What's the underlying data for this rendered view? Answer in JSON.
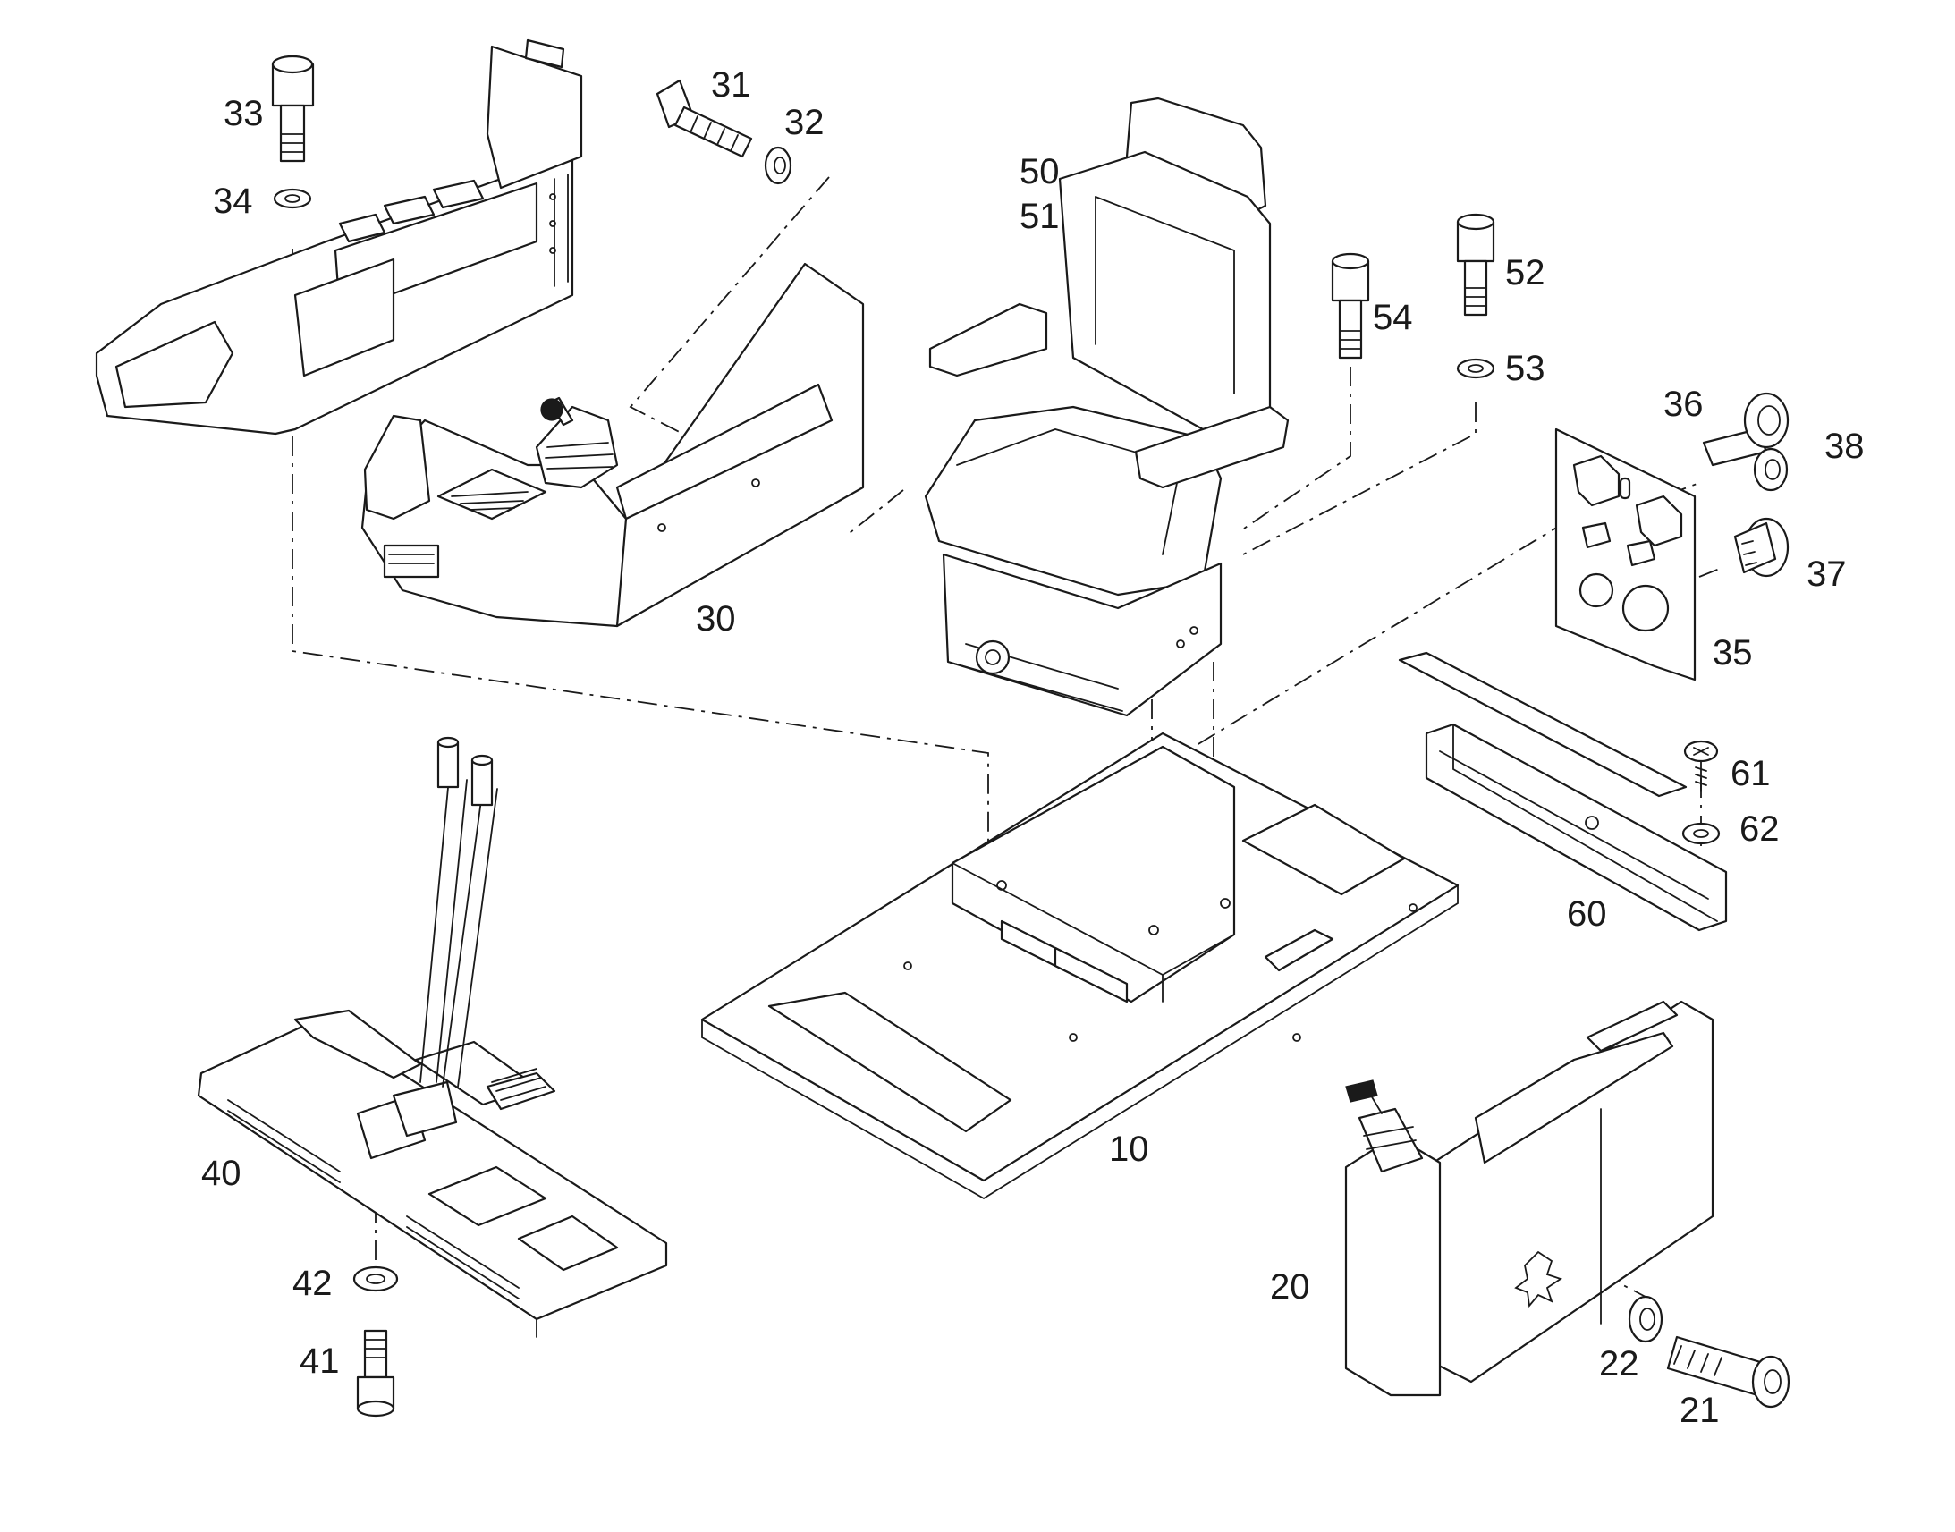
{
  "diagram": {
    "colors": {
      "ink": "#1a1a1a",
      "paper": "#ffffff"
    },
    "callouts": {
      "c10": "10",
      "c20": "20",
      "c21": "21",
      "c22": "22",
      "c30": "30",
      "c31": "31",
      "c32": "32",
      "c33": "33",
      "c34": "34",
      "c35": "35",
      "c36": "36",
      "c37": "37",
      "c38": "38",
      "c40": "40",
      "c41": "41",
      "c42": "42",
      "c50": "50",
      "c51": "51",
      "c52": "52",
      "c53": "53",
      "c54": "54",
      "c60": "60",
      "c61": "61",
      "c62": "62"
    }
  }
}
